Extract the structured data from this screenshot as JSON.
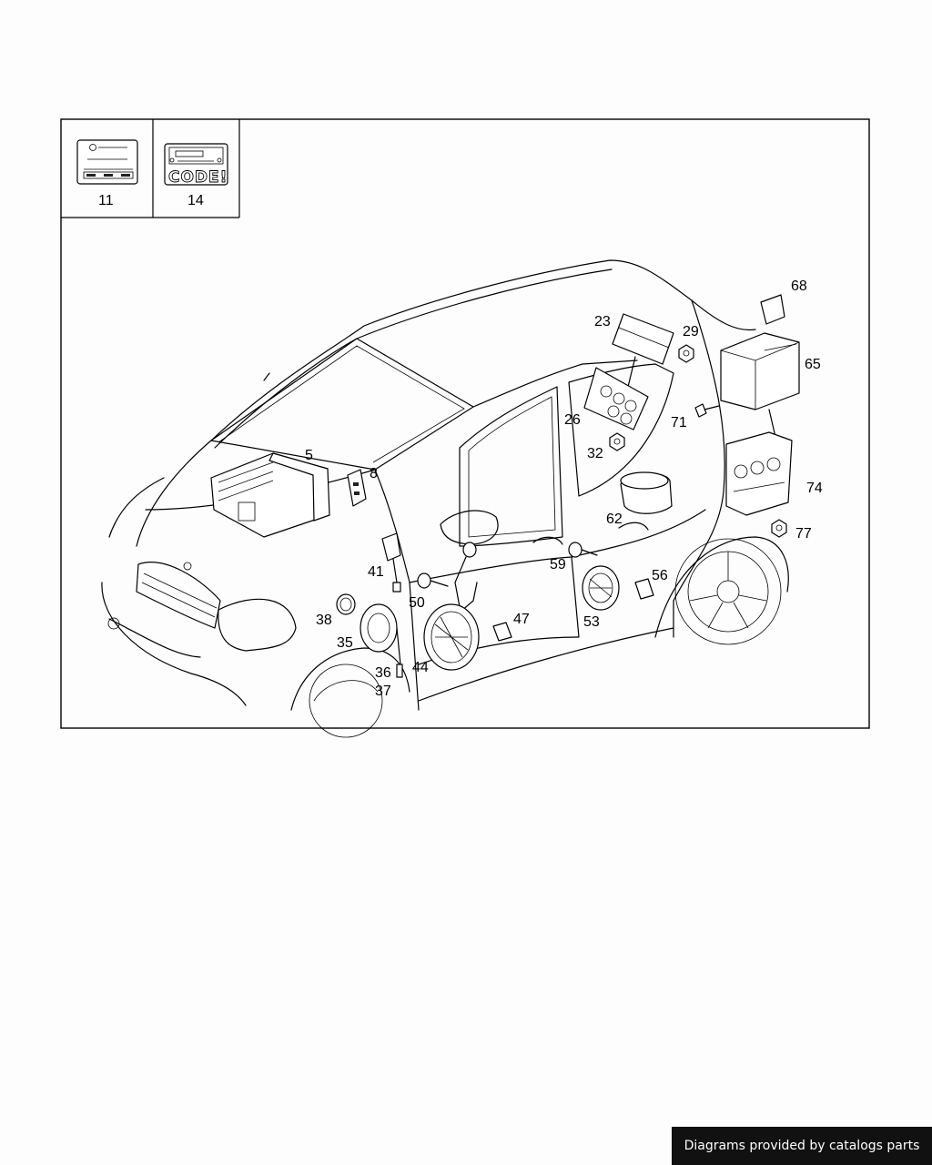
{
  "callouts": {
    "c11": "11",
    "c14": "14",
    "c5": "5",
    "c8": "8",
    "c23": "23",
    "c29": "29",
    "c68": "68",
    "c65": "65",
    "c26": "26",
    "c71": "71",
    "c32": "32",
    "c74": "74",
    "c62": "62",
    "c77": "77",
    "c59": "59",
    "c56": "56",
    "c41": "41",
    "c50": "50",
    "c47": "47",
    "c53": "53",
    "c38": "38",
    "c35": "35",
    "c44": "44",
    "c36": "36",
    "c37": "37"
  },
  "footer": {
    "text": "Diagrams provided by catalogs parts"
  }
}
